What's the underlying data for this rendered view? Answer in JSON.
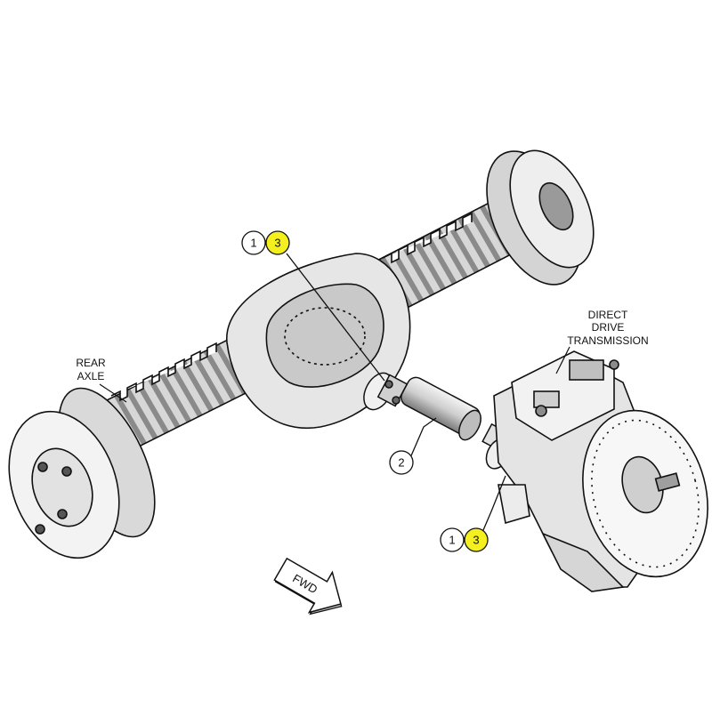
{
  "labels": {
    "rear_axle": [
      "REAR",
      "AXLE"
    ],
    "transmission": [
      "DIRECT",
      "DRIVE",
      "TRANSMISSION"
    ],
    "fwd": "FWD"
  },
  "callouts": [
    {
      "id": "upper-1",
      "text": "1"
    },
    {
      "id": "upper-3",
      "text": "3",
      "highlight": true
    },
    {
      "id": "shaft-2",
      "text": "2"
    },
    {
      "id": "lower-1",
      "text": "1"
    },
    {
      "id": "lower-3",
      "text": "3",
      "highlight": true
    }
  ],
  "colors": {
    "highlight": "#f4ef1e",
    "line": "#111111",
    "metal_light": "#e8e8e8",
    "metal_mid": "#bdbdbd",
    "metal_dark": "#6e6e6e"
  }
}
